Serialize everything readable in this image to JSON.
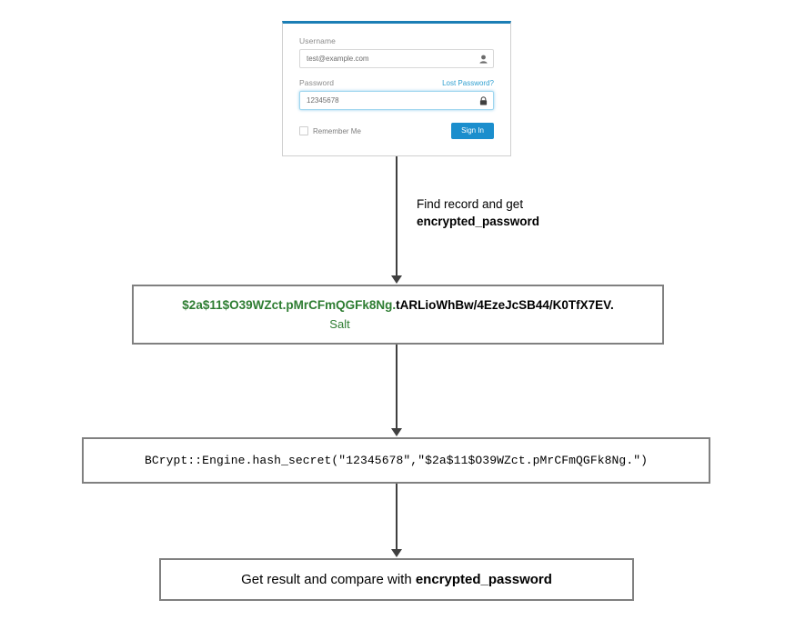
{
  "login_card": {
    "username": {
      "label": "Username",
      "value": "test@example.com",
      "placeholder": "Username",
      "icon": "user-icon"
    },
    "password": {
      "label": "Password",
      "value": "12345678",
      "placeholder": "Password",
      "icon": "lock-icon",
      "lost_password_link": "Lost Password?"
    },
    "remember_me_label": "Remember Me",
    "sign_in_label": "Sign In",
    "accent_color": "#1b8ecd",
    "top_border_color": "#1b7eb5"
  },
  "edge_label": {
    "line1": "Find record and get",
    "line2": "encrypted_password"
  },
  "hash_box": {
    "salt": "$2a$11$O39WZct.pMrCFmQGFk8Ng.",
    "digest": "tARLioWhBw/4EzeJcSB44/K0TfX7EV.",
    "salt_caption": "Salt",
    "salt_color": "#2e7d32",
    "digest_color": "#000000"
  },
  "code_box": {
    "code": "BCrypt::Engine.hash_secret(\"12345678\",\"$2a$11$O39WZct.pMrCFmQGFk8Ng.\")"
  },
  "result_box": {
    "prefix": "Get result and compare with ",
    "emphasis": "encrypted_password"
  }
}
